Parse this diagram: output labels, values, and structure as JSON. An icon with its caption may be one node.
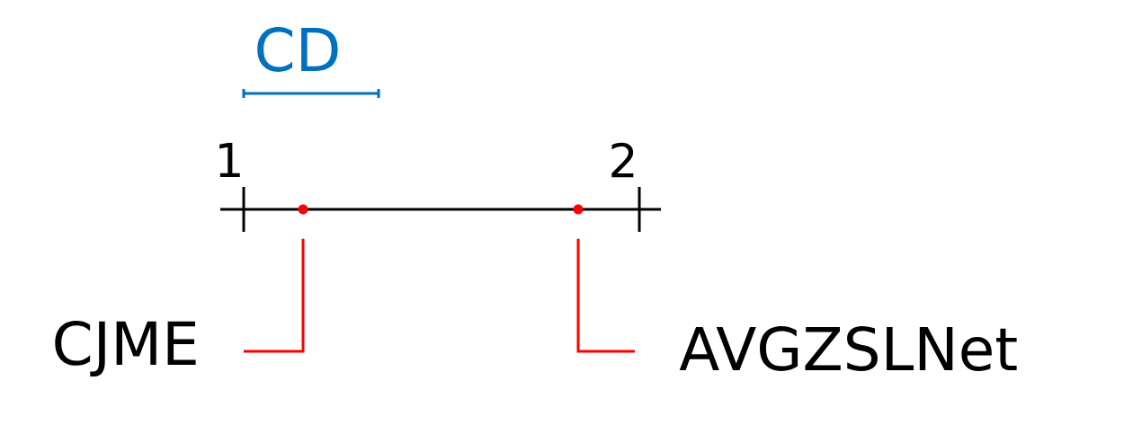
{
  "diagram": {
    "nodes": [
      {
        "text": [
          "CJME"
        ]
      },
      {
        "text": [],
        "shape": "circle"
      },
      {
        "text": [],
        "shape": "circle"
      },
      {
        "text": [
          "AVGZSLNet"
        ]
      }
    ],
    "edges": [
      {
        "from": 0,
        "to": 1,
        "arrow": "none"
      },
      {
        "from": 3,
        "to": 2,
        "arrow": "none"
      }
    ],
    "labels": [
      "CD",
      "1",
      "2"
    ]
  }
}
